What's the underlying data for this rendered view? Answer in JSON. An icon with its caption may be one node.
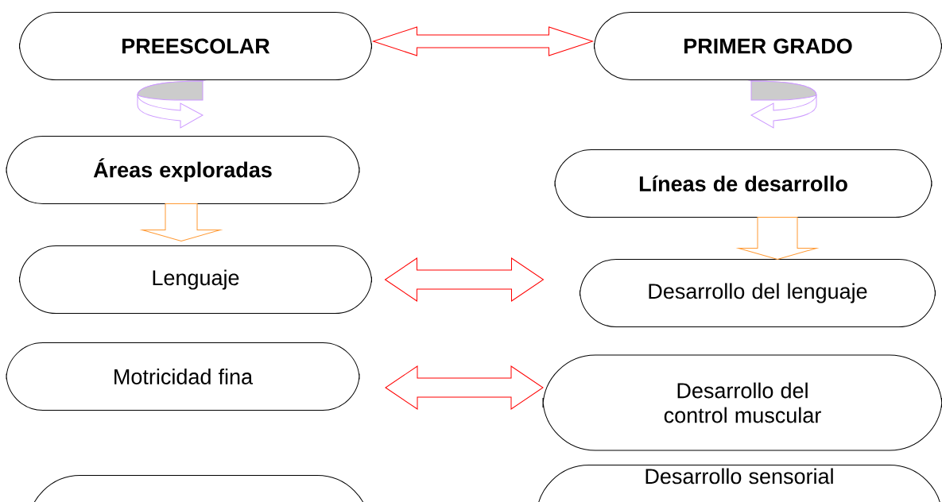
{
  "diagram": {
    "nodes": [
      {
        "text": [
          "**PREESCOLAR**"
        ]
      },
      {
        "text": [
          "**PRIMER GRADO**"
        ]
      },
      {
        "text": [
          "**Áreas exploradas**"
        ]
      },
      {
        "text": [
          "**Líneas de desarrollo**"
        ]
      },
      {
        "text": [
          "Lenguaje"
        ]
      },
      {
        "text": [
          "Desarrollo del lenguaje"
        ]
      },
      {
        "text": [
          "Motricidad fina"
        ]
      },
      {
        "text": [
          "Desarrollo del control muscular"
        ]
      },
      {
        "text": [],
        "shape": "box"
      },
      {
        "text": [
          "Desarrollo sensorial"
        ]
      }
    ],
    "edges": [
      {
        "from": 0,
        "to": 1,
        "arrow": "both"
      },
      {
        "from": 0,
        "to": 2,
        "arrow": "to",
        "color": "#cc99ff"
      },
      {
        "from": 1,
        "to": 3,
        "arrow": "to",
        "color": "#cc99ff"
      },
      {
        "from": 2,
        "to": 4,
        "arrow": "to",
        "color": "#ff9933"
      },
      {
        "from": 3,
        "to": 5,
        "arrow": "to",
        "color": "#ff9933"
      },
      {
        "from": 4,
        "to": 5,
        "arrow": "both"
      },
      {
        "from": 6,
        "to": 7,
        "arrow": "both"
      }
    ]
  }
}
